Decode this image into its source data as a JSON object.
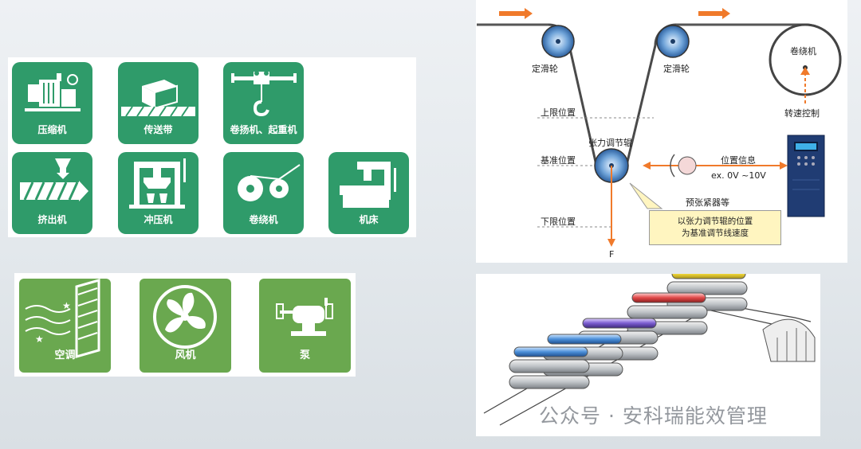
{
  "apps_top": [
    {
      "label": "压缩机",
      "icon": "compressor-icon"
    },
    {
      "label": "传送带",
      "icon": "conveyor-icon"
    },
    {
      "label": "卷扬机、起重机",
      "icon": "crane-icon"
    },
    {
      "label": "挤出机",
      "icon": "extruder-icon"
    },
    {
      "label": "冲压机",
      "icon": "press-icon"
    },
    {
      "label": "卷绕机",
      "icon": "winder-icon"
    },
    {
      "label": "机床",
      "icon": "machine-tool-icon"
    }
  ],
  "apps_bottom": [
    {
      "label": "空调",
      "icon": "air-conditioner-icon"
    },
    {
      "label": "风机",
      "icon": "fan-icon"
    },
    {
      "label": "泵",
      "icon": "pump-icon"
    }
  ],
  "tension": {
    "fixed_pulley_left": "定滑轮",
    "fixed_pulley_right": "定滑轮",
    "winder": "卷绕机",
    "speed_control": "转速控制",
    "upper_limit": "上限位置",
    "dancer_roller": "张力调节辊",
    "reference_position": "基准位置",
    "position_info": "位置信息",
    "signal_range": "ex. 0V ~10V",
    "pretensioner": "预张紧器等",
    "lower_limit": "下限位置",
    "force": "F",
    "callout_line1": "以张力调节辊的位置",
    "callout_line2": "为基准调节线速度"
  },
  "watermark": "公众号 · 安科瑞能效管理",
  "colors": {
    "tile_green": "#2f9b6a",
    "tile_green_light": "#6aa84f",
    "arrow_orange": "#f07a2b",
    "roller_blue": "#3a78c2"
  }
}
